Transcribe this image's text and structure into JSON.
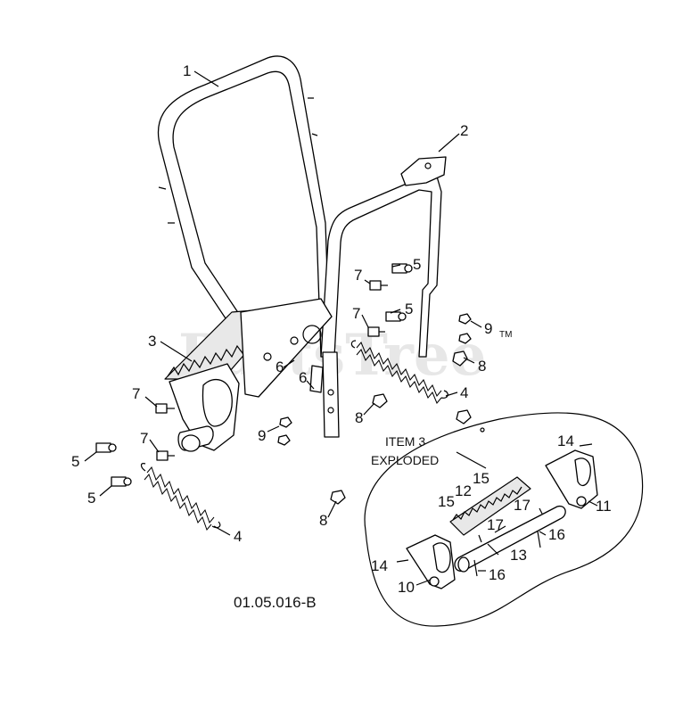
{
  "diagram": {
    "code": "01.05.016-B",
    "watermark": "PartsTree",
    "trademark": "TM",
    "exploded_caption_line1": "ITEM 3",
    "exploded_caption_line2": "EXPLODED",
    "callouts": {
      "c1": "1",
      "c2": "2",
      "c3": "3",
      "c4a": "4",
      "c4b": "4",
      "c5a": "5",
      "c5b": "5",
      "c5c": "5",
      "c5d": "5",
      "c6a": "6",
      "c6b": "6",
      "c7a": "7",
      "c7b": "7",
      "c7c": "7",
      "c7d": "7",
      "c8a": "8",
      "c8b": "8",
      "c8c": "8",
      "c9a": "9",
      "c9b": "9",
      "c10": "10",
      "c11": "11",
      "c12": "12",
      "c13": "13",
      "c14a": "14",
      "c14b": "14",
      "c15a": "15",
      "c15b": "15",
      "c16a": "16",
      "c16b": "16",
      "c17a": "17",
      "c17b": "17"
    }
  }
}
